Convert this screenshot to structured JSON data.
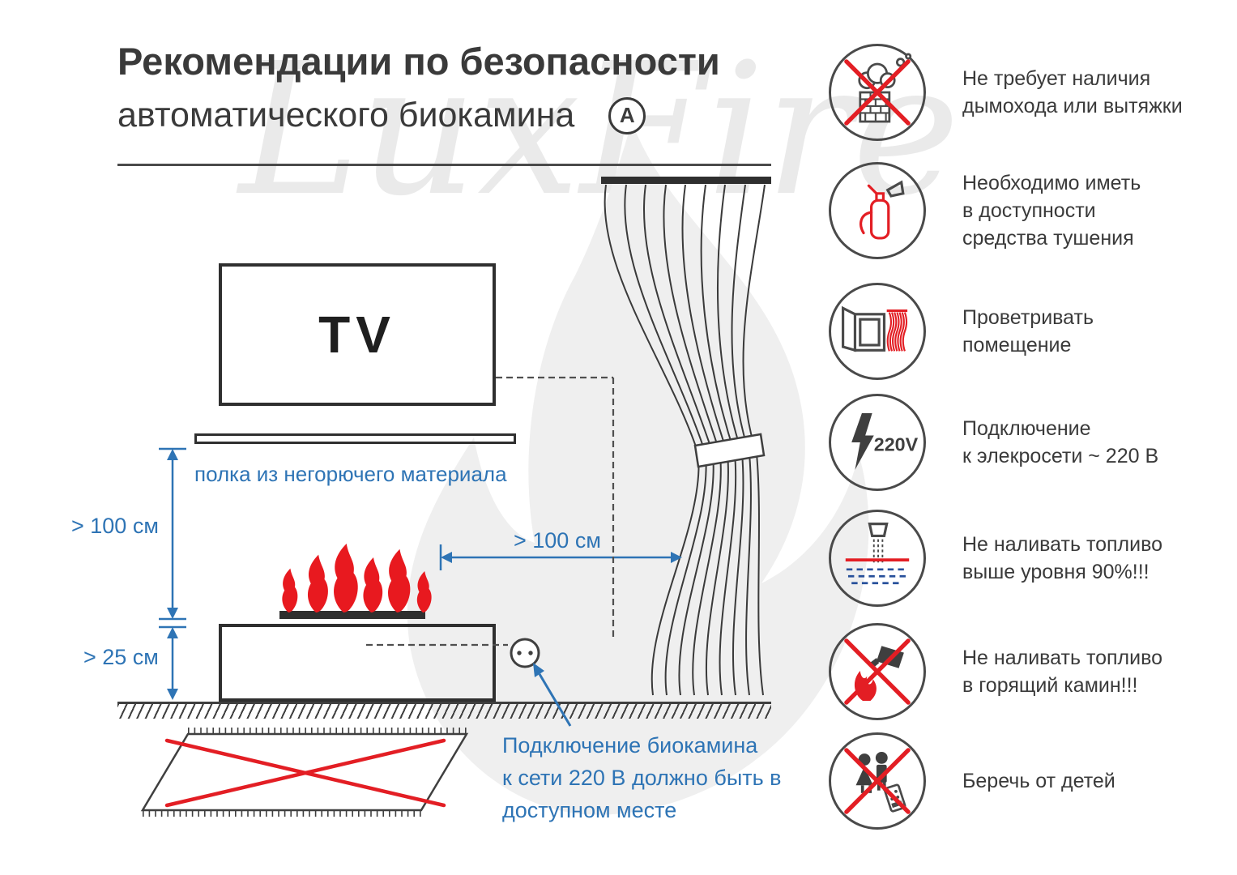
{
  "title": {
    "line1": "Рекомендации по безопасности",
    "line2": "автоматического биокамина",
    "badge": "A"
  },
  "watermark": "LuxFire",
  "colors": {
    "accent_blue": "#2e74b5",
    "alert_red": "#e31e24",
    "ink": "#3a3a3a"
  },
  "diagram": {
    "tv_label": "TV",
    "shelf_label": "полка из негорючего материала",
    "dim_shelf_height": "> 100 см",
    "dim_floor_clearance": "> 25 см",
    "dim_curtain_distance": "> 100 см",
    "outlet_note": [
      "Подключение биокамина",
      "к сети 220 В должно быть в",
      "доступном месте"
    ]
  },
  "safety_items": [
    {
      "icon": "no-chimney-icon",
      "lines": [
        "Не требует наличия",
        "дымохода или вытяжки"
      ]
    },
    {
      "icon": "fire-extinguisher-icon",
      "lines": [
        "Необходимо иметь",
        "в доступности",
        "средства тушения"
      ]
    },
    {
      "icon": "ventilation-icon",
      "lines": [
        "Проветривать",
        "помещение"
      ]
    },
    {
      "icon": "power-220v-icon",
      "badge": "220V",
      "lines": [
        "Подключение",
        "к элекросети ~ 220 В"
      ]
    },
    {
      "icon": "fuel-level-icon",
      "lines": [
        "Не наливать топливо",
        "выше уровня 90%!!!"
      ]
    },
    {
      "icon": "no-refill-burning-icon",
      "lines": [
        "Не наливать топливо",
        "в горящий камин!!!"
      ]
    },
    {
      "icon": "keep-away-children-icon",
      "lines": [
        "Беречь от детей"
      ]
    }
  ]
}
